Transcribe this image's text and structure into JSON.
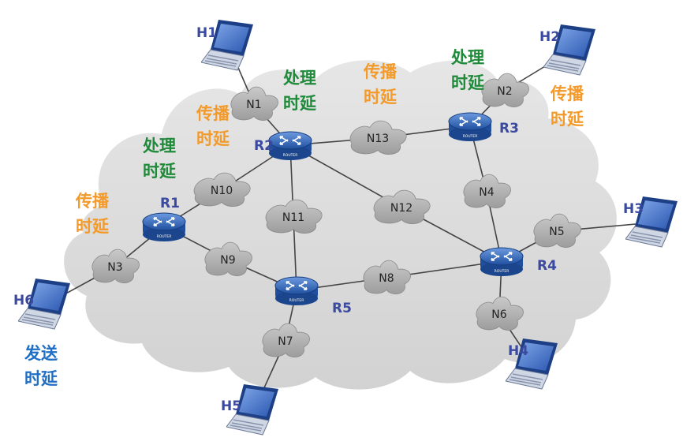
{
  "colors": {
    "propagation": "#f39a2b",
    "processing": "#1f8a3a",
    "transmission": "#1f6fc4",
    "host_label": "#3a4aa0",
    "router_body": "#2d63b5",
    "link": "#444444",
    "cloud": "#dcdcdc"
  },
  "hosts": [
    {
      "id": "H1",
      "label": "H1"
    },
    {
      "id": "H2",
      "label": "H2"
    },
    {
      "id": "H3",
      "label": "H3"
    },
    {
      "id": "H4",
      "label": "H4"
    },
    {
      "id": "H5",
      "label": "H5"
    },
    {
      "id": "H6",
      "label": "H6"
    }
  ],
  "routers": [
    {
      "id": "R1",
      "label": "R1",
      "badge": "ROUTER"
    },
    {
      "id": "R2",
      "label": "R2",
      "badge": "ROUTER"
    },
    {
      "id": "R3",
      "label": "R3",
      "badge": "ROUTER"
    },
    {
      "id": "R4",
      "label": "R4",
      "badge": "ROUTER"
    },
    {
      "id": "R5",
      "label": "R5",
      "badge": "ROUTER"
    }
  ],
  "networks": [
    "N1",
    "N2",
    "N3",
    "N4",
    "N5",
    "N6",
    "N7",
    "N8",
    "N9",
    "N10",
    "N11",
    "N12",
    "N13"
  ],
  "links": [
    [
      "H1",
      "N1"
    ],
    [
      "N1",
      "R2"
    ],
    [
      "R2",
      "N13"
    ],
    [
      "N13",
      "R3"
    ],
    [
      "R3",
      "N2"
    ],
    [
      "N2",
      "H2"
    ],
    [
      "R3",
      "N4"
    ],
    [
      "N4",
      "R4"
    ],
    [
      "R4",
      "N5"
    ],
    [
      "N5",
      "H3"
    ],
    [
      "R4",
      "N6"
    ],
    [
      "N6",
      "H4"
    ],
    [
      "R2",
      "N12"
    ],
    [
      "N12",
      "R4"
    ],
    [
      "R2",
      "N11"
    ],
    [
      "N11",
      "R5"
    ],
    [
      "R2",
      "N10"
    ],
    [
      "N10",
      "R1"
    ],
    [
      "R1",
      "N9"
    ],
    [
      "N9",
      "R5"
    ],
    [
      "R5",
      "N8"
    ],
    [
      "N8",
      "R4"
    ],
    [
      "R5",
      "N7"
    ],
    [
      "N7",
      "H5"
    ],
    [
      "R1",
      "N3"
    ],
    [
      "N3",
      "H6"
    ]
  ],
  "delay_labels": [
    {
      "id": "prop-1",
      "kind": "propagation",
      "lines": [
        "传播",
        "时延"
      ]
    },
    {
      "id": "proc-1",
      "kind": "processing",
      "lines": [
        "处理",
        "时延"
      ]
    },
    {
      "id": "prop-2",
      "kind": "propagation",
      "lines": [
        "传播",
        "时延"
      ]
    },
    {
      "id": "proc-2",
      "kind": "processing",
      "lines": [
        "处理",
        "时延"
      ]
    },
    {
      "id": "prop-3",
      "kind": "propagation",
      "lines": [
        "传播",
        "时延"
      ]
    },
    {
      "id": "proc-3",
      "kind": "processing",
      "lines": [
        "处理",
        "时延"
      ]
    },
    {
      "id": "prop-4",
      "kind": "propagation",
      "lines": [
        "传播",
        "时延"
      ]
    },
    {
      "id": "trans-1",
      "kind": "transmission",
      "lines": [
        "发送",
        "时延"
      ]
    }
  ]
}
